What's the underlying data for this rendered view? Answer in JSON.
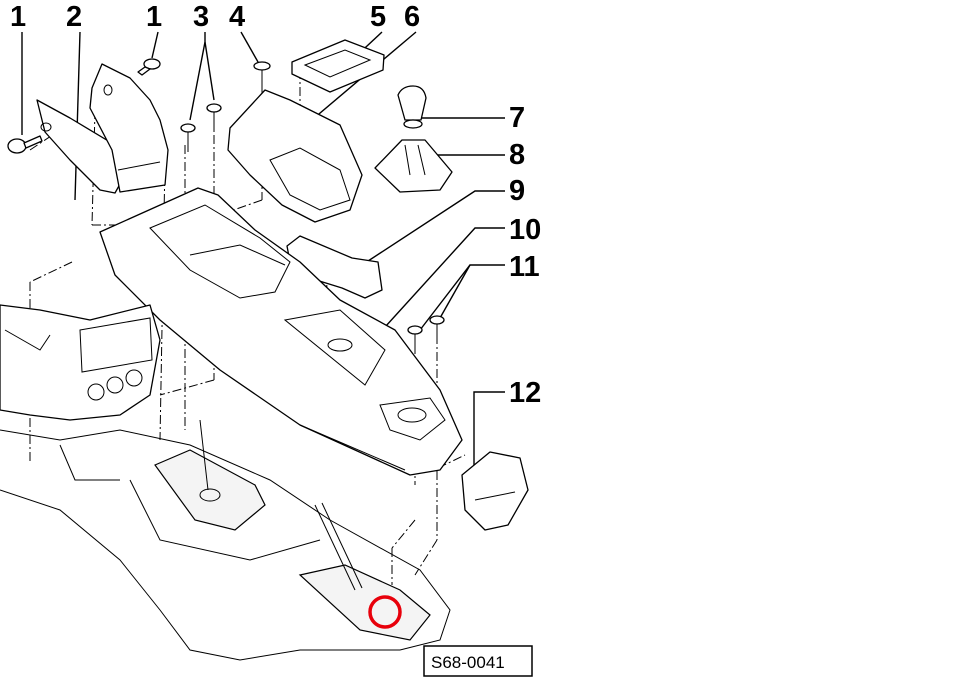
{
  "callouts": [
    "1",
    "2",
    "1",
    "3",
    "4",
    "5",
    "6",
    "7",
    "8",
    "9",
    "10",
    "11",
    "12"
  ],
  "reference_code": "S68-0041",
  "highlight_color": "#e8000b"
}
